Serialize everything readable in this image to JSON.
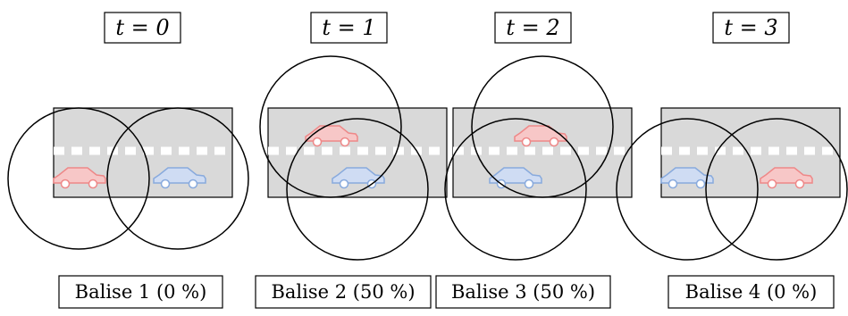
{
  "colors": {
    "road": "#d9d9d9",
    "lane_dash": "#ffffff",
    "car_red": "#ee8888",
    "car_blue": "#88aadd",
    "circle_stroke": "#000000"
  },
  "frames": [
    {
      "time_label": "t = 0",
      "beacon_label": "Balise 1 (0 %)",
      "cars": [
        "red",
        "blue"
      ]
    },
    {
      "time_label": "t = 1",
      "beacon_label": "Balise 2 (50 %)",
      "cars": [
        "red",
        "blue"
      ]
    },
    {
      "time_label": "t = 2",
      "beacon_label": "Balise 3 (50 %)",
      "cars": [
        "red",
        "blue"
      ]
    },
    {
      "time_label": "t = 3",
      "beacon_label": "Balise 4 (0 %)",
      "cars": [
        "blue",
        "red"
      ]
    }
  ]
}
